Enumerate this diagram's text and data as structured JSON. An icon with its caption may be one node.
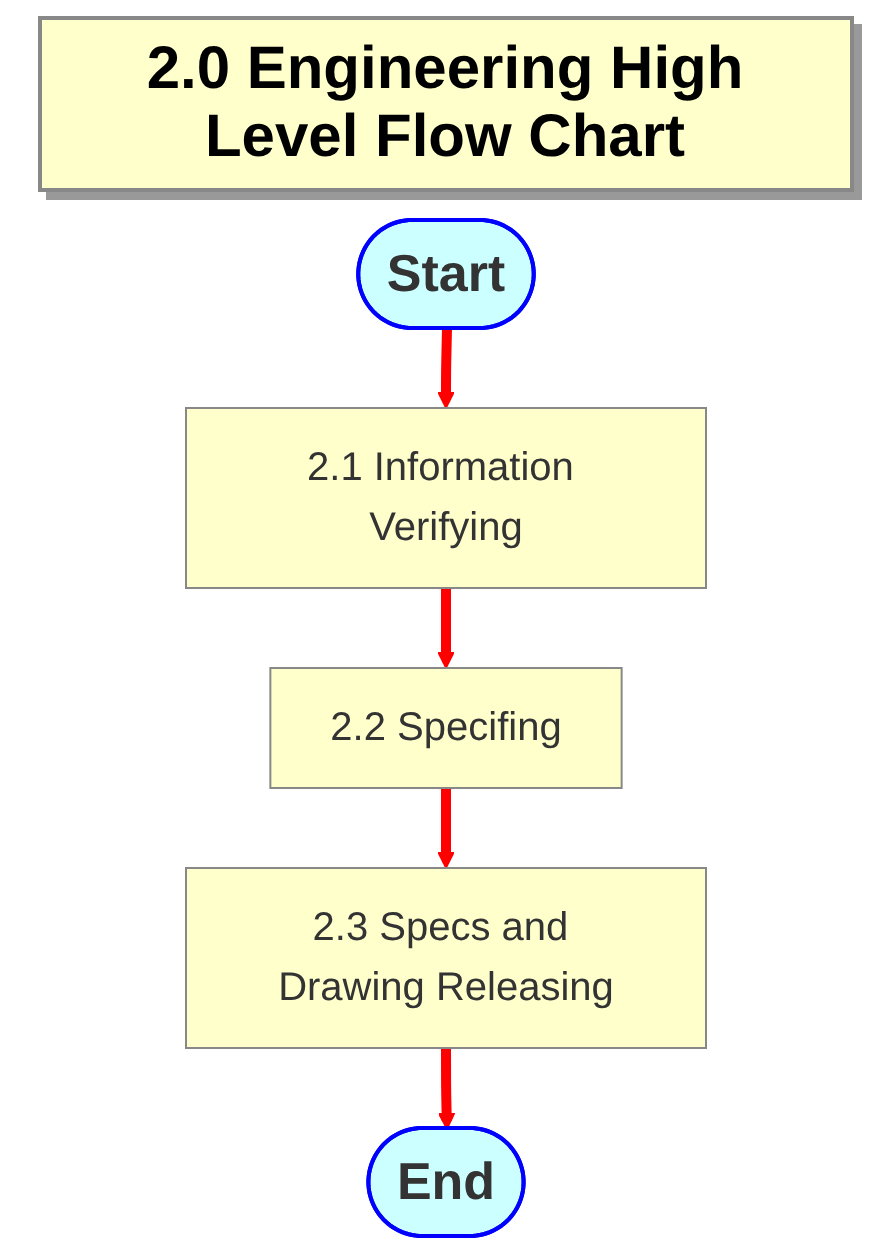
{
  "diagram": {
    "title": "2.0 Engineering High Level Flow Chart",
    "nodes": [
      {
        "text": [
          "Start"
        ]
      },
      {
        "text": [
          "2.1 Information Verifying"
        ]
      },
      {
        "text": [
          "2.2 Specifing"
        ]
      },
      {
        "text": [
          "2.3 Specs and Drawing Releasing"
        ]
      },
      {
        "text": [
          "End"
        ]
      }
    ],
    "edges": [
      {
        "from": 0,
        "to": 1,
        "arrow": "to"
      },
      {
        "from": 1,
        "to": 2,
        "arrow": "to"
      },
      {
        "from": 2,
        "to": 3,
        "arrow": "to"
      },
      {
        "from": 3,
        "to": 4,
        "arrow": "to"
      }
    ]
  }
}
